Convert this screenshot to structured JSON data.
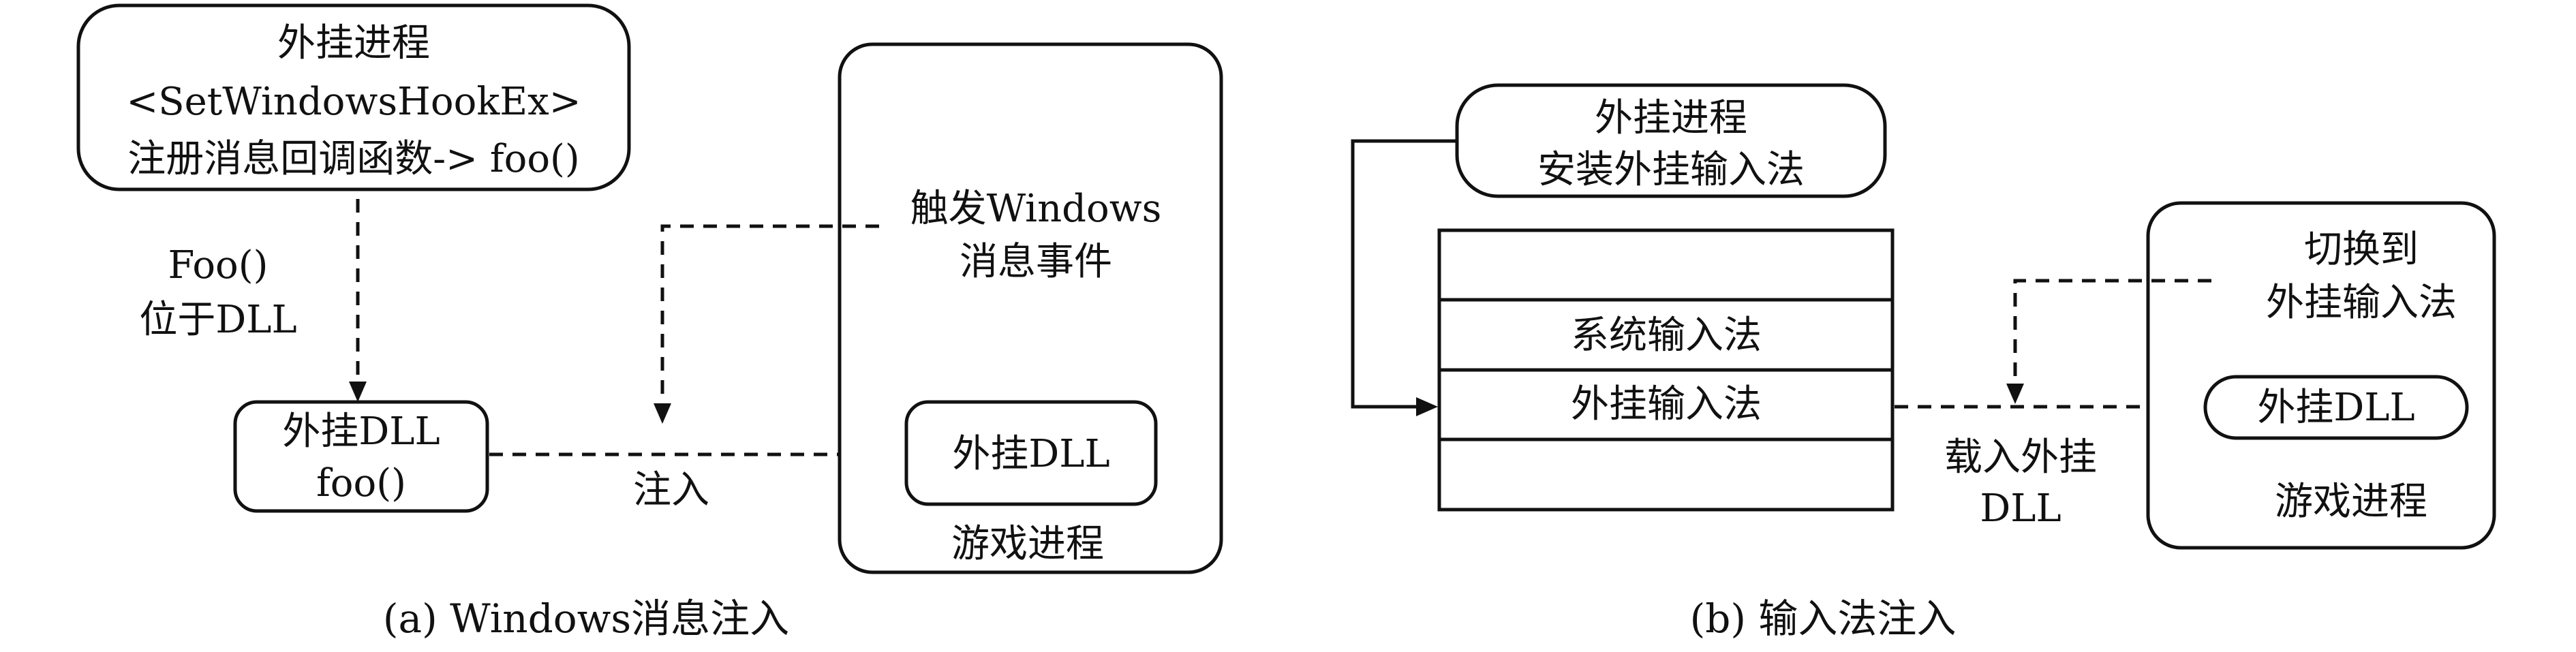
{
  "panel_a": {
    "plugin_process": {
      "title": "外挂进程",
      "api": "<SetWindowsHookEx>",
      "register": "注册消息回调函数-> foo()"
    },
    "foo_label": {
      "line1": "Foo()",
      "line2": "位于DLL"
    },
    "plugin_dll": {
      "line1": "外挂DLL",
      "line2": "foo()"
    },
    "inject_label": "注入",
    "game_process": {
      "trigger_line1": "触发Windows",
      "trigger_line2": "消息事件",
      "dll": "外挂DLL",
      "label": "游戏进程"
    },
    "caption": "(a) Windows消息注入"
  },
  "panel_b": {
    "plugin_process": {
      "line1": "外挂进程",
      "line2": "安装外挂输入法"
    },
    "ime_list": {
      "rows": [
        "",
        "系统输入法",
        "外挂输入法",
        ""
      ]
    },
    "load_label": {
      "line1": "载入外挂",
      "line2": "DLL"
    },
    "game_process": {
      "switch_line1": "切换到",
      "switch_line2": "外挂输入法",
      "dll": "外挂DLL",
      "label": "游戏进程"
    },
    "caption": "(b) 输入法注入"
  }
}
